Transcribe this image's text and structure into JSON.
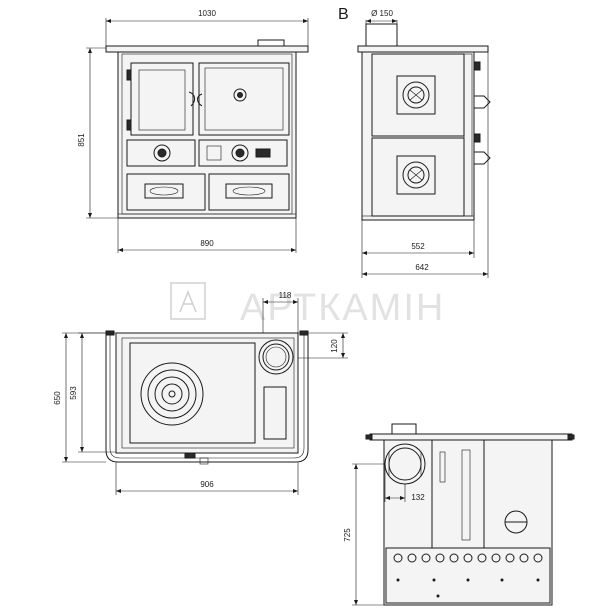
{
  "view_label": "B",
  "dimensions": {
    "front_width_total": "1030",
    "front_width_body": "890",
    "front_height": "851",
    "flue_diameter": "Ø 150",
    "side_depth_body": "552",
    "side_depth_total": "642",
    "top_width": "906",
    "top_depth_total": "650",
    "top_depth_inner": "593",
    "flue_offset_x": "118",
    "flue_offset_y": "120",
    "rear_flue_offset": "132",
    "rear_flue_height": "725"
  },
  "watermark": "АРТКАМІН"
}
